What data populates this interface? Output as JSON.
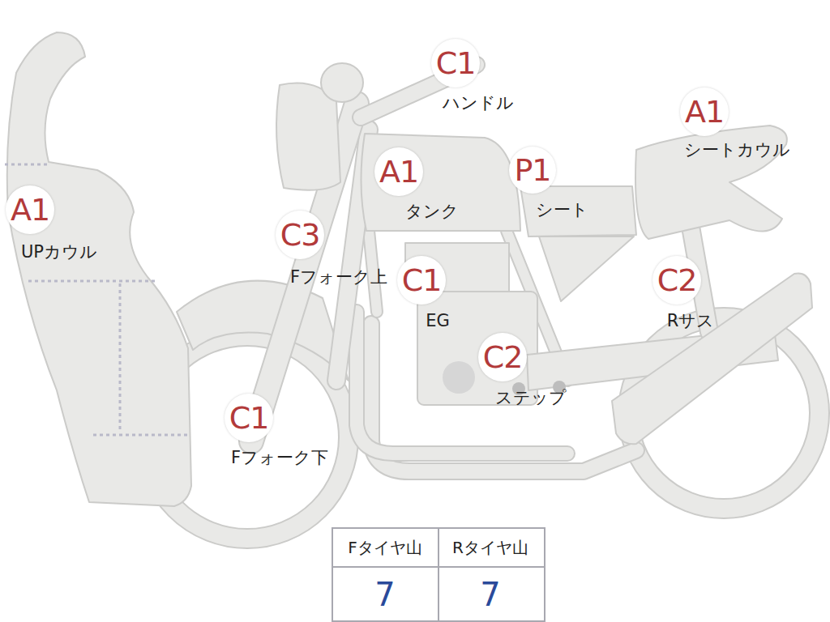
{
  "diagram": {
    "nodes": [
      {
        "text": [
          "C1",
          "ハンドル"
        ]
      },
      {
        "text": [
          "A1",
          "シートカウル"
        ]
      },
      {
        "text": [
          "A1",
          "タンク"
        ]
      },
      {
        "text": [
          "P1",
          "シート"
        ]
      },
      {
        "text": [
          "A1",
          "UPカウル"
        ]
      },
      {
        "text": [
          "C3",
          "Fフォーク上"
        ]
      },
      {
        "text": [
          "C1",
          "EG"
        ]
      },
      {
        "text": [
          "C2",
          "Rサス"
        ]
      },
      {
        "text": [
          "C2",
          "ステップ"
        ]
      },
      {
        "text": [
          "C1",
          "Fフォーク下"
        ]
      }
    ],
    "labels": [
      "Fタイヤ山",
      "Rタイヤ山",
      "7",
      "7"
    ]
  }
}
